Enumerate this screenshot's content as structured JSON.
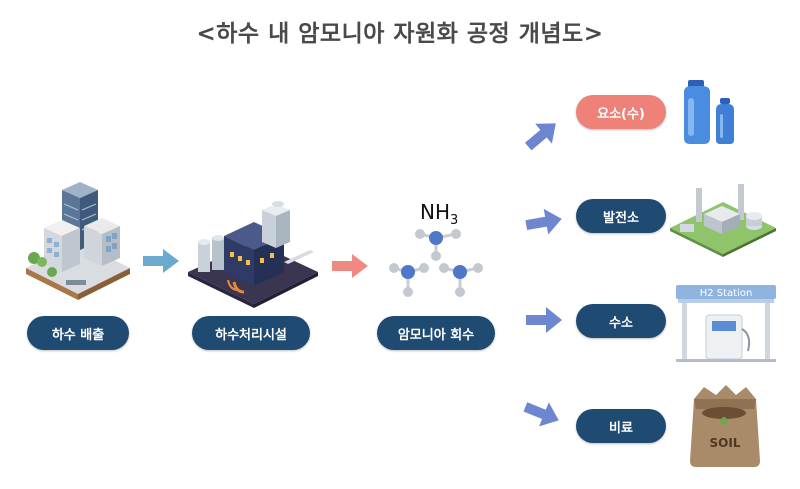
{
  "title": "<하수 내 암모니아 자원화 공정 개념도>",
  "process": {
    "step1": "하수 배출",
    "step2": "하수처리시설",
    "step3": "암모니아 회수"
  },
  "molecule": {
    "symbol": "NH",
    "subscript": "3"
  },
  "outputs": {
    "urea": "요소(수)",
    "power_plant": "발전소",
    "hydrogen": "수소",
    "fertilizer": "비료"
  },
  "icons": {
    "station_sign": "H2 Station",
    "soil_label": "SOIL"
  },
  "colors": {
    "pill": "#1f4a72",
    "pill_accent": "#ee8178",
    "arrow_blue": "#6ba9cf",
    "arrow_salmon": "#ef8a82",
    "arrow_out": "#6d86cf",
    "title": "#4a4a4a"
  }
}
